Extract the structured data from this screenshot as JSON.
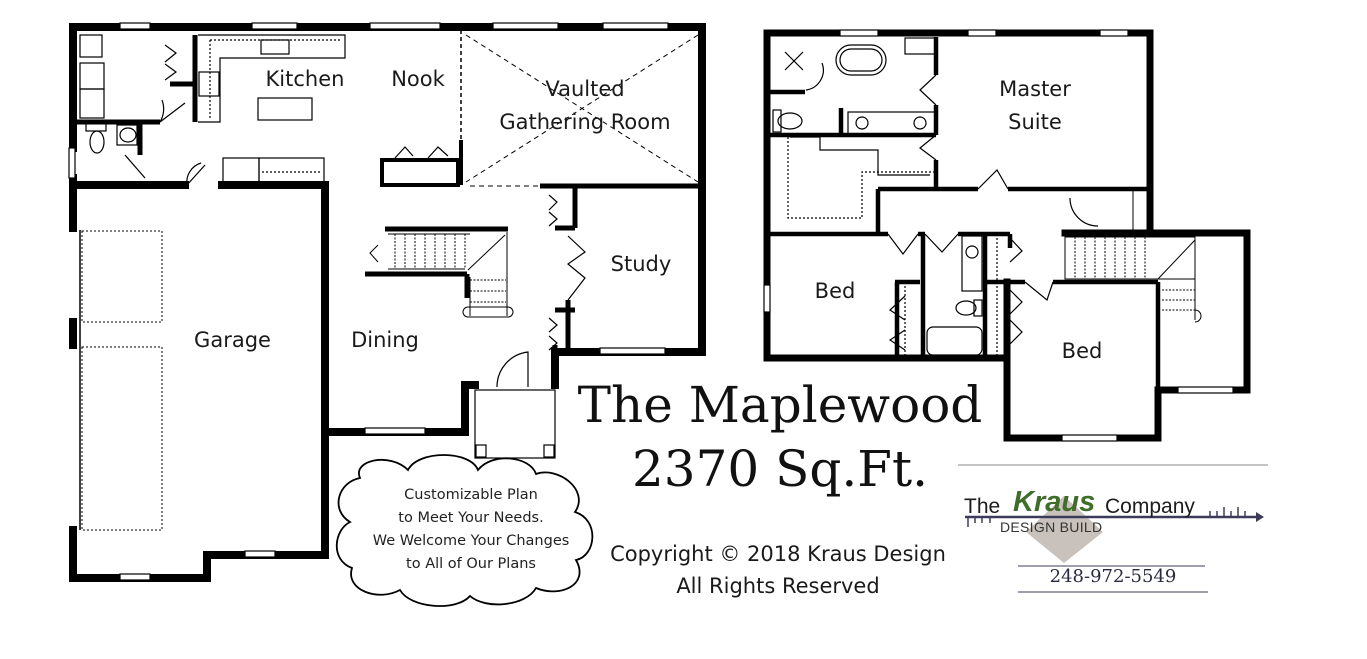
{
  "plan": {
    "name": "The Maplewood",
    "square_footage": "2370 Sq.Ft.",
    "copyright_line1": "Copyright © 2018 Kraus Design",
    "copyright_line2": "All Rights Reserved"
  },
  "first_floor": {
    "rooms": [
      {
        "id": "kitchen",
        "label": "Kitchen"
      },
      {
        "id": "nook",
        "label": "Nook"
      },
      {
        "id": "gathering",
        "label_line1": "Vaulted",
        "label_line2": "Gathering Room"
      },
      {
        "id": "study",
        "label": "Study"
      },
      {
        "id": "garage",
        "label": "Garage"
      },
      {
        "id": "dining",
        "label": "Dining"
      }
    ]
  },
  "second_floor": {
    "rooms": [
      {
        "id": "master",
        "label_line1": "Master",
        "label_line2": "Suite"
      },
      {
        "id": "bed1",
        "label": "Bed"
      },
      {
        "id": "bed2",
        "label": "Bed"
      }
    ]
  },
  "cloud": {
    "line1": "Customizable Plan",
    "line2": "to Meet Your Needs.",
    "line3": "We Welcome Your Changes",
    "line4": "to All of Our Plans"
  },
  "logo": {
    "the": "The",
    "kraus": "Kraus",
    "company": "Company",
    "subtitle": "DESIGN BUILD",
    "phone": "248-972-5549",
    "colors": {
      "kraus_green": "#3f6e2b",
      "diamond": "#c9c2bc",
      "arrow": "#3c3c5a"
    }
  },
  "colors": {
    "wall": "#000000",
    "background": "#ffffff",
    "text": "#1a1a1a"
  }
}
